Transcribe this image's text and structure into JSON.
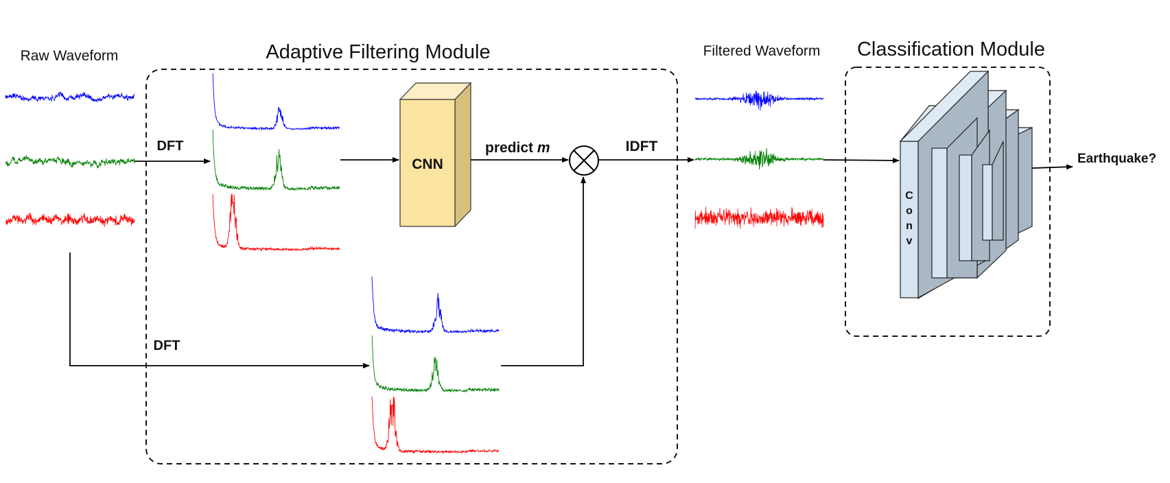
{
  "labels": {
    "raw_waveform": "Raw Waveform",
    "adaptive_module": "Adaptive Filtering Module",
    "filtered_waveform": "Filtered Waveform",
    "classification_module": "Classification Module",
    "dft_top": "DFT",
    "dft_bottom": "DFT",
    "cnn": "CNN",
    "predict": "predict",
    "predict_var": "m",
    "idft": "IDFT",
    "conv_letters": [
      "C",
      "o",
      "n",
      "v"
    ],
    "output": "Earthquake?"
  },
  "colors": {
    "channel_1": "#0000ff",
    "channel_2": "#008000",
    "channel_3": "#ff0000",
    "cnn_face": "#fbe3a0",
    "cnn_top": "#fdeec6",
    "cnn_side": "#d6c07d",
    "conv_face": "#d6e4f2",
    "conv_side": "#aab8c6"
  },
  "icons": {
    "multiply": "circled-times-icon",
    "conv_block": "conv-layers-icon"
  }
}
